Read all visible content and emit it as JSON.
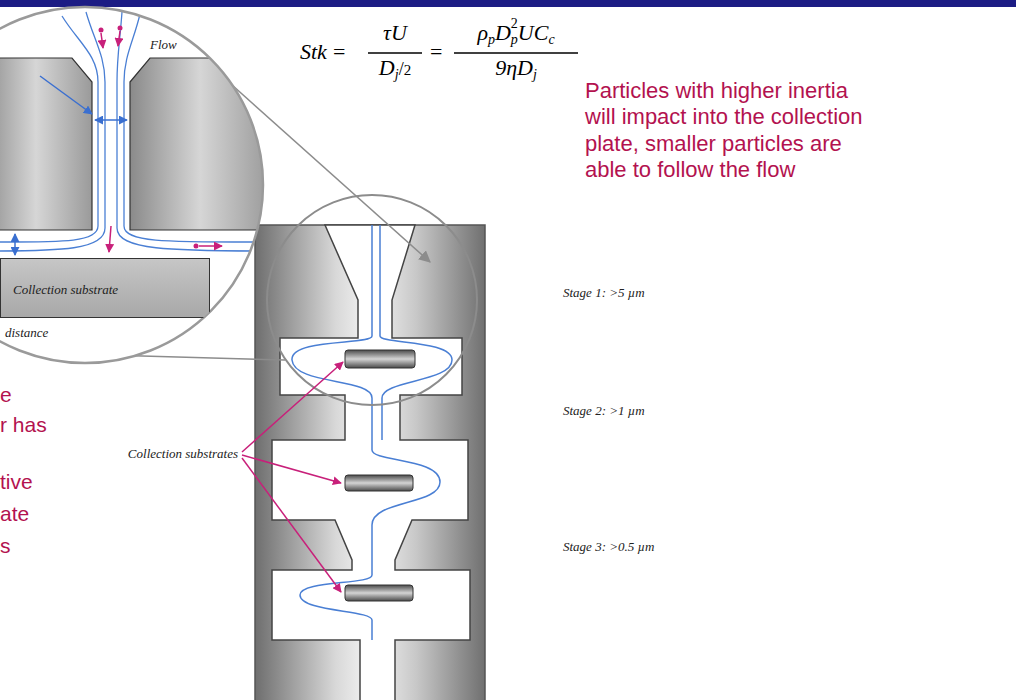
{
  "diagram": {
    "nodes": [
      {
        "text": [
          "Collection substrate"
        ]
      }
    ],
    "labels": [
      "Stk",
      "=",
      "τU",
      "D",
      "j",
      "/",
      "2",
      "=",
      "ρ",
      "p",
      "D",
      "p",
      "2",
      "UC",
      "c",
      "9ηD",
      "j",
      "Particles with higher inertia will impact into the collection plate, smaller particles are able to follow the flow",
      "Flow",
      "distance",
      "Collection substrates",
      "Stage 1: >5 µm",
      "Stage 2: >1 µm",
      "Stage 3: >0.5 µm",
      "e",
      "r has",
      "tive",
      "ate",
      "s"
    ]
  }
}
